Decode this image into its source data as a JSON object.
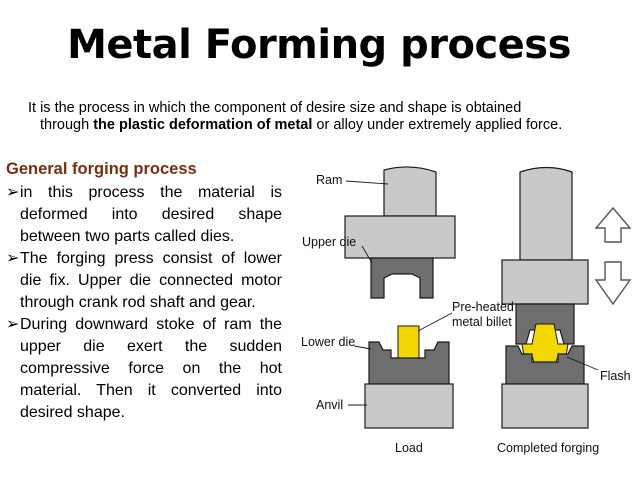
{
  "slide": {
    "title": "Metal Forming process",
    "intro": {
      "line1": "It is  the process in which the component of desire size and shape is obtained",
      "line2_prefix": "through ",
      "line2_bold": "the plastic deformation of metal",
      "line2_suffix": " or alloy under extremely applied force."
    },
    "section_heading": "General forging process",
    "bullets": [
      "in this process the material is deformed into desired shape between two parts called dies.",
      "The forging press consist of lower die fix. Upper die connected motor through crank rod shaft and gear.",
      "During downward stoke of ram the upper die exert the sudden compressive force on the hot material. Then it converted into desired shape."
    ],
    "bullet_marker": "➢"
  },
  "diagram": {
    "labels": {
      "ram": "Ram",
      "upper_die": "Upper die",
      "pre_heated_1": "Pre-heated",
      "pre_heated_2": "metal billet",
      "lower_die": "Lower die",
      "anvil": "Anvil",
      "flash": "Flash",
      "load": "Load",
      "completed": "Completed forging"
    },
    "colors": {
      "ram": "#c9c9c9",
      "die": "#6e6e6e",
      "billet": "#f2d800",
      "anvil": "#c9c9c9",
      "outline": "#1a1a1a"
    }
  }
}
